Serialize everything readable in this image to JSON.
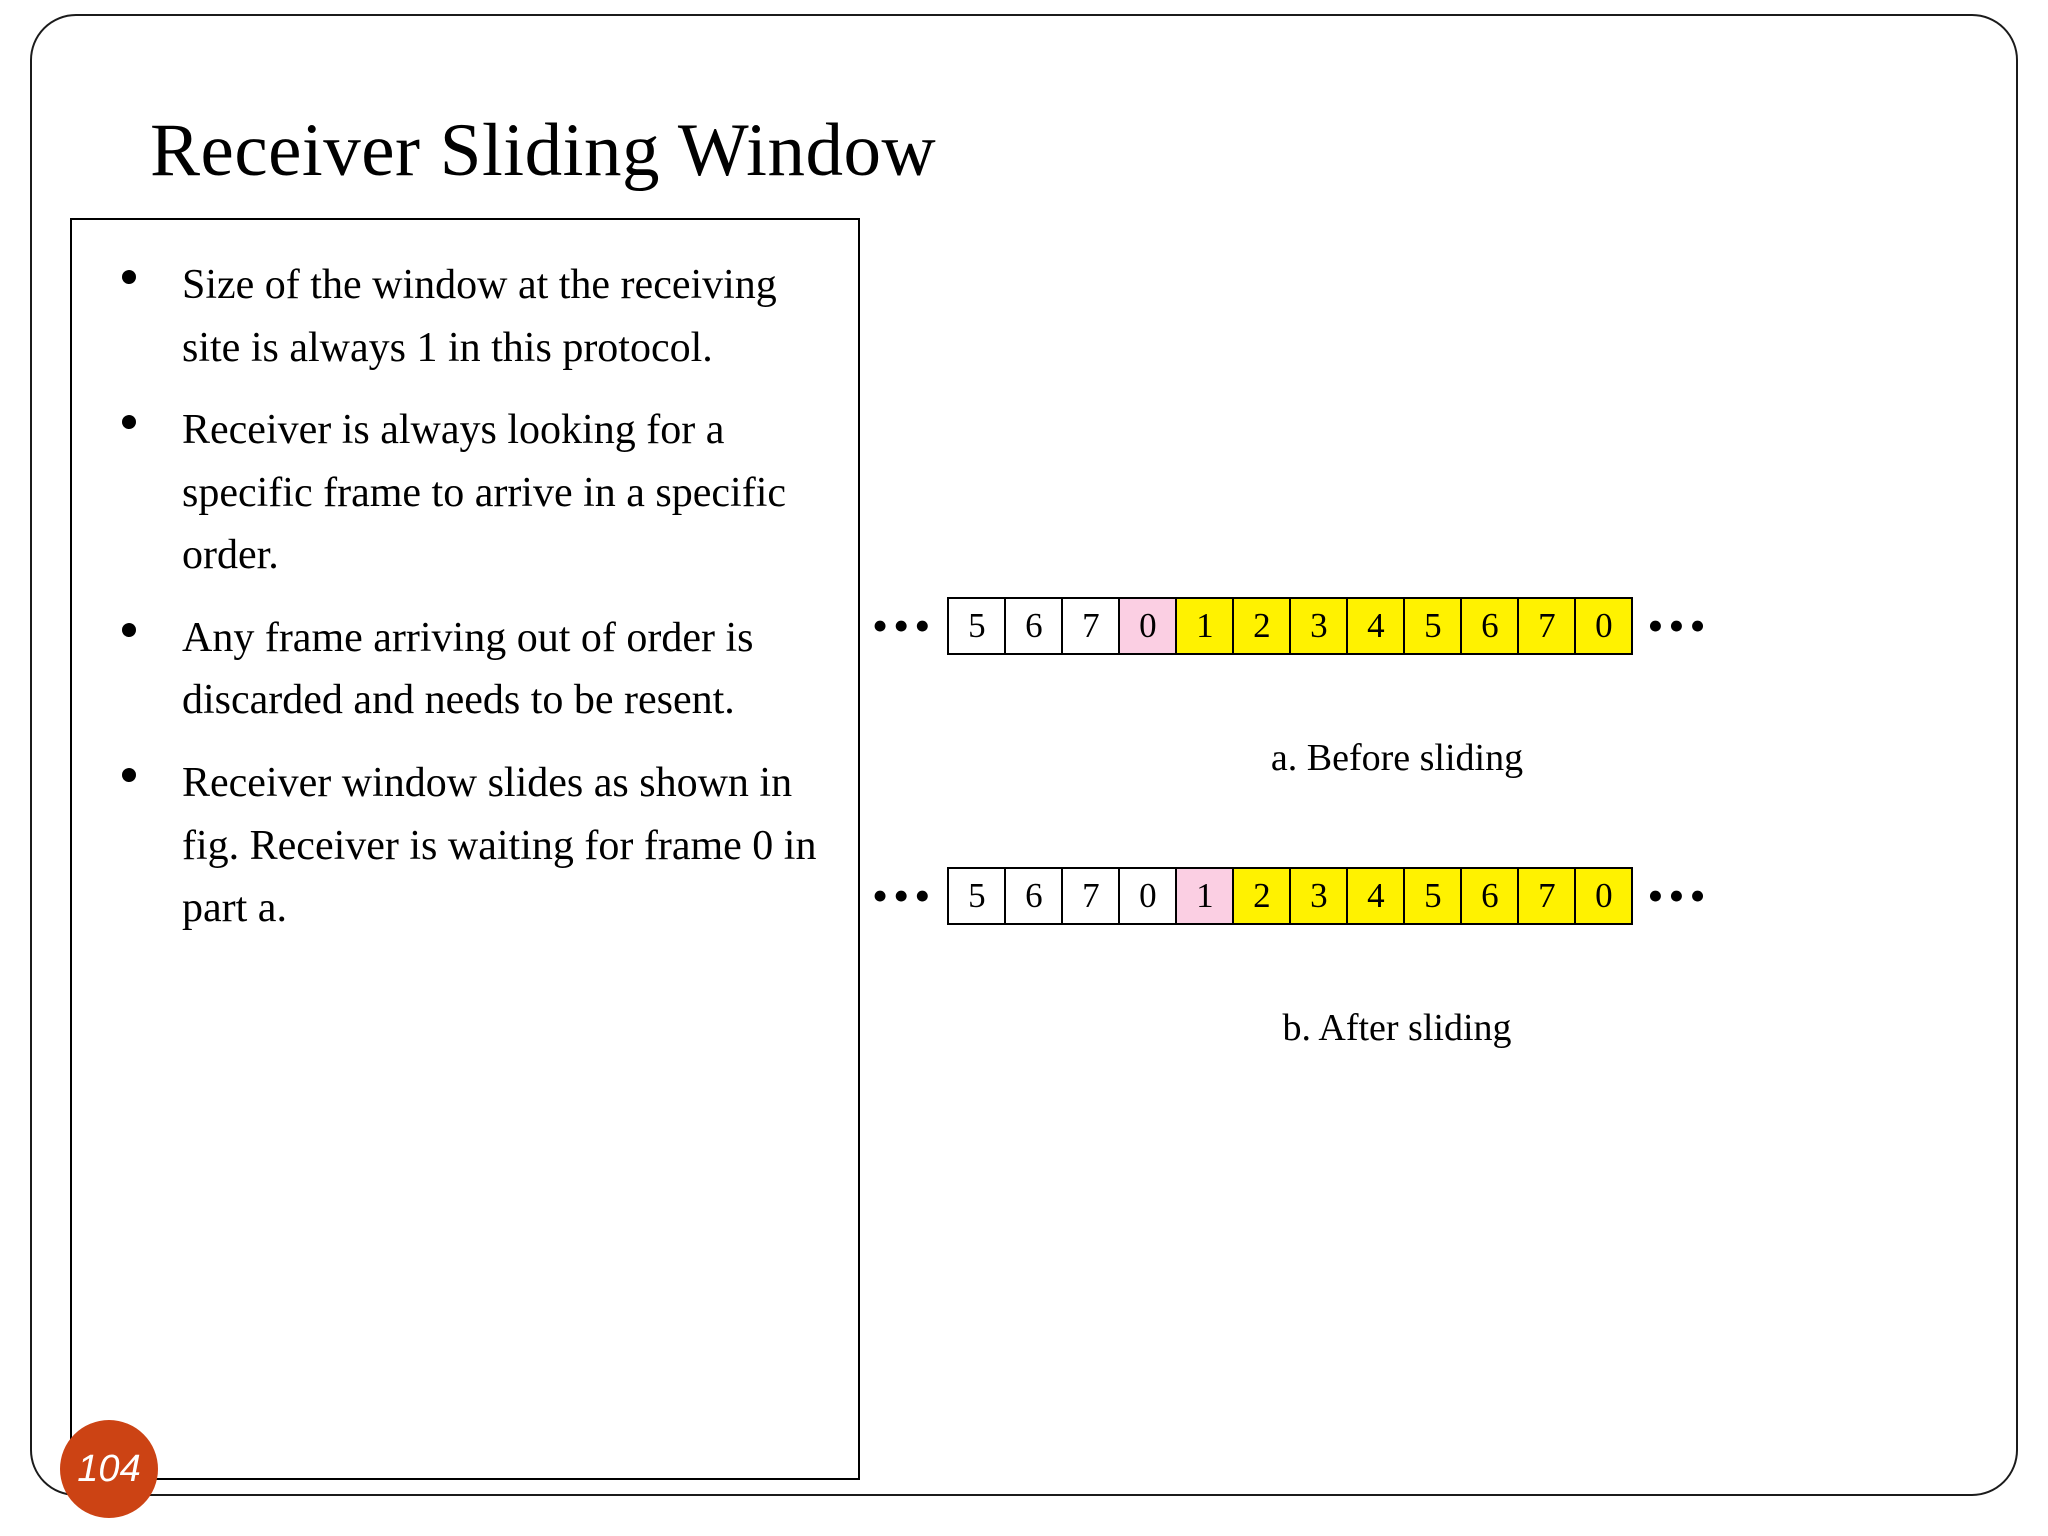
{
  "slide": {
    "title": "Receiver Sliding Window",
    "page_number": "104",
    "accent_color": "#CC4314"
  },
  "bullets": [
    "Size of the window at the receiving site is always 1 in this protocol.",
    "Receiver is always looking for a specific frame to arrive in a specific order.",
    "Any frame arriving out of order is discarded and needs to be resent.",
    "Receiver window slides as shown in fig. Receiver is waiting for frame 0 in part a."
  ],
  "figure": {
    "ellipsis_left": "•••",
    "ellipsis_right": "•••",
    "colors": {
      "yellow": "#FFF200",
      "pink": "#FBCFE3",
      "marker": "#3D3D3D"
    },
    "parts": [
      {
        "caption": "a. Before sliding",
        "cells": [
          {
            "label": "5",
            "fill": "white",
            "marked": false
          },
          {
            "label": "6",
            "fill": "white",
            "marked": false
          },
          {
            "label": "7",
            "fill": "white",
            "marked": false
          },
          {
            "label": "0",
            "fill": "pink",
            "marked": true
          },
          {
            "label": "1",
            "fill": "yellow",
            "marked": false
          },
          {
            "label": "2",
            "fill": "yellow",
            "marked": false
          },
          {
            "label": "3",
            "fill": "yellow",
            "marked": false
          },
          {
            "label": "4",
            "fill": "yellow",
            "marked": false
          },
          {
            "label": "5",
            "fill": "yellow",
            "marked": false
          },
          {
            "label": "6",
            "fill": "yellow",
            "marked": false
          },
          {
            "label": "7",
            "fill": "yellow",
            "marked": false
          },
          {
            "label": "0",
            "fill": "yellow",
            "marked": false
          }
        ]
      },
      {
        "caption": "b. After sliding",
        "cells": [
          {
            "label": "5",
            "fill": "white",
            "marked": false
          },
          {
            "label": "6",
            "fill": "white",
            "marked": false
          },
          {
            "label": "7",
            "fill": "white",
            "marked": false
          },
          {
            "label": "0",
            "fill": "white",
            "marked": false
          },
          {
            "label": "1",
            "fill": "pink",
            "marked": true
          },
          {
            "label": "2",
            "fill": "yellow",
            "marked": false
          },
          {
            "label": "3",
            "fill": "yellow",
            "marked": false
          },
          {
            "label": "4",
            "fill": "yellow",
            "marked": false
          },
          {
            "label": "5",
            "fill": "yellow",
            "marked": false
          },
          {
            "label": "6",
            "fill": "yellow",
            "marked": false
          },
          {
            "label": "7",
            "fill": "yellow",
            "marked": false
          },
          {
            "label": "0",
            "fill": "yellow",
            "marked": false
          }
        ]
      }
    ]
  }
}
